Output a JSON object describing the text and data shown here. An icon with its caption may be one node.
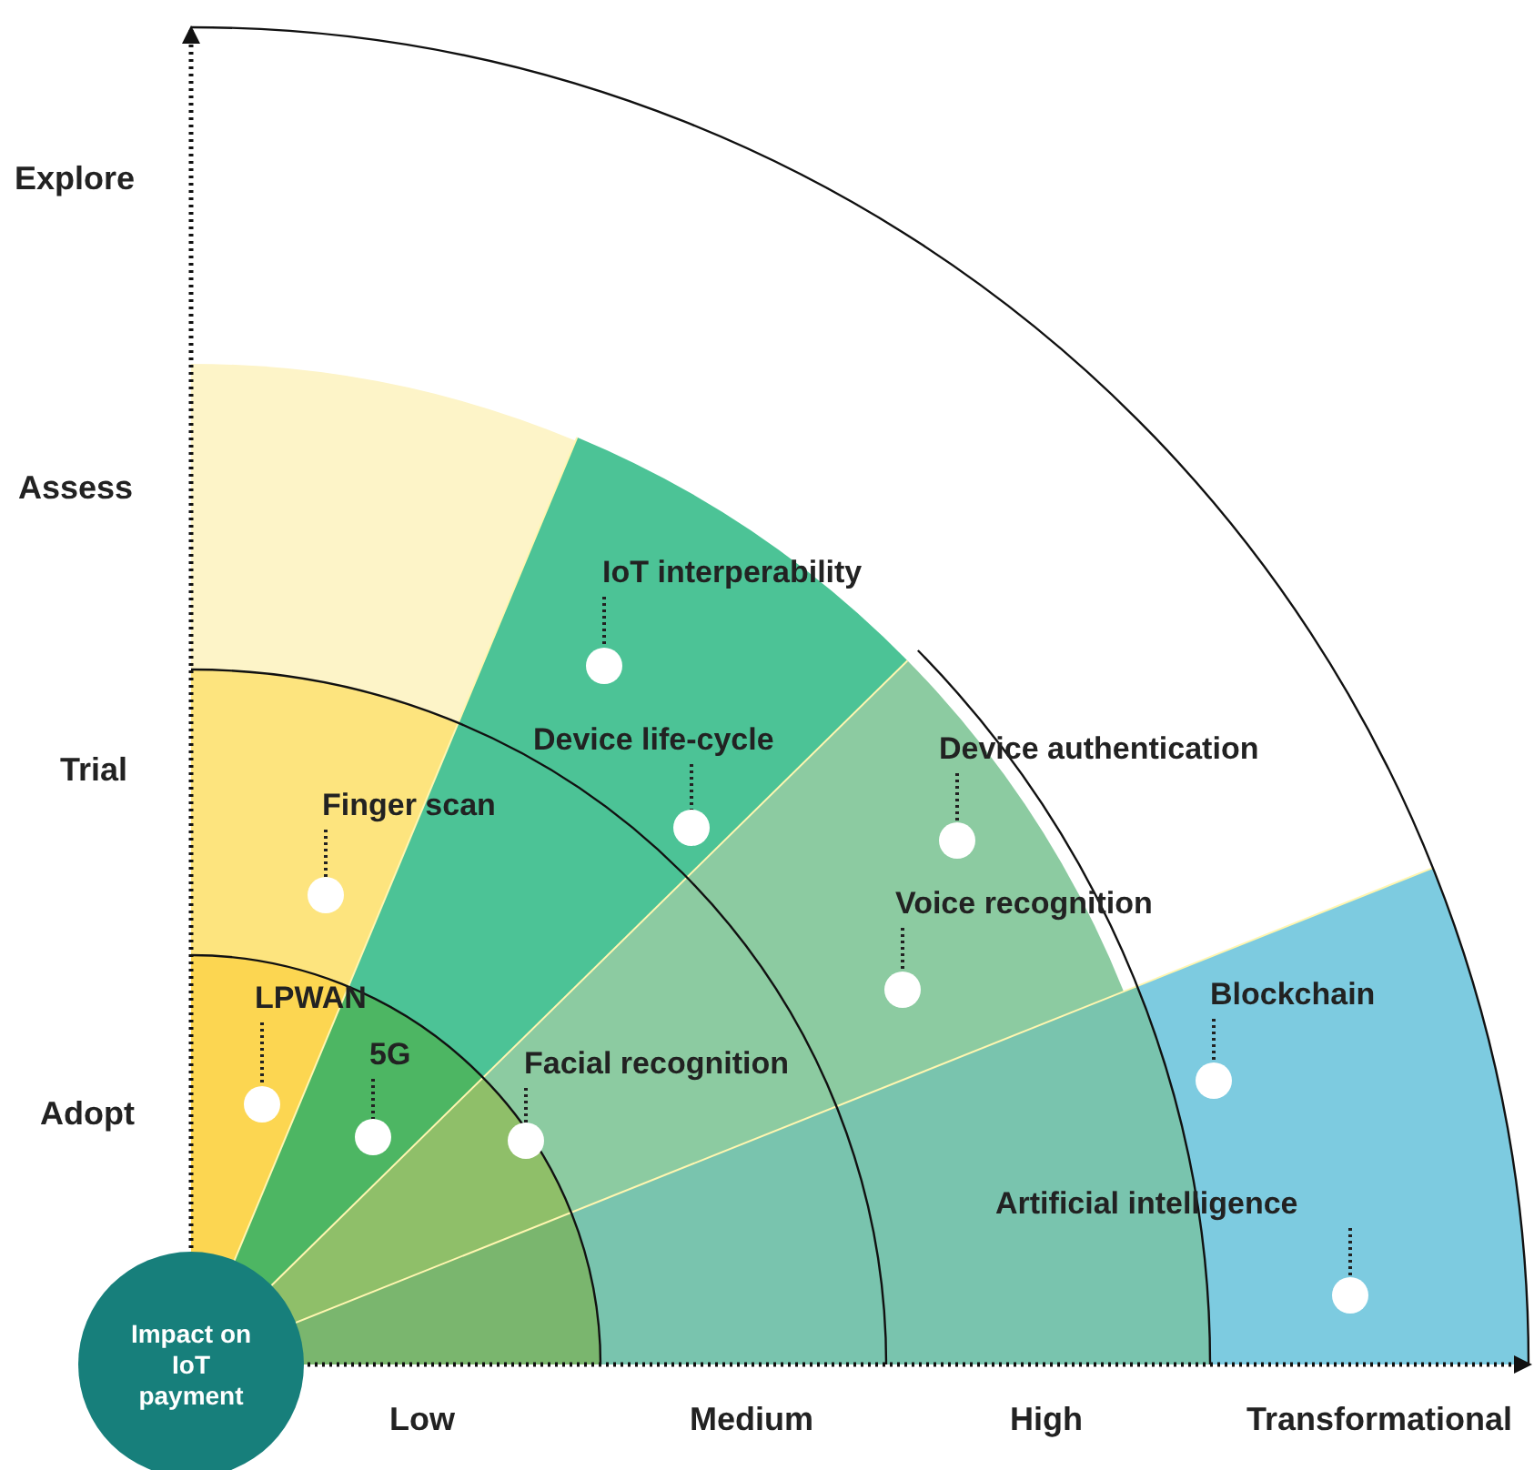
{
  "diagram": {
    "nodes": [
      {
        "text": [
          "IoT interperability"
        ]
      },
      {
        "text": [],
        "shape": "circle"
      },
      {
        "text": [
          "Device life-cycle"
        ]
      },
      {
        "text": [],
        "shape": "circle"
      },
      {
        "text": [
          "Device authentication"
        ]
      },
      {
        "text": [],
        "shape": "circle"
      },
      {
        "text": [
          "Finger scan"
        ]
      },
      {
        "text": [],
        "shape": "circle"
      },
      {
        "text": [
          "Voice recognition"
        ]
      },
      {
        "text": [],
        "shape": "circle"
      },
      {
        "text": [
          "Blockchain"
        ]
      },
      {
        "text": [],
        "shape": "circle"
      },
      {
        "text": [
          "LPWAN"
        ]
      },
      {
        "text": [],
        "shape": "circle"
      },
      {
        "text": [
          "5G"
        ]
      },
      {
        "text": [],
        "shape": "circle"
      },
      {
        "text": [
          "Facial recognition"
        ]
      },
      {
        "text": [],
        "shape": "circle"
      },
      {
        "text": [
          "Artificial intelligence"
        ]
      },
      {
        "text": [],
        "shape": "circle"
      },
      {
        "text": [
          "Impact on IoT payment"
        ]
      }
    ],
    "edges": [
      {
        "from": 0,
        "to": 1,
        "arrow": "none",
        "style": "dashed"
      },
      {
        "from": 2,
        "to": 3,
        "arrow": "none",
        "style": "dashed"
      },
      {
        "from": 4,
        "to": 5,
        "arrow": "none",
        "style": "dashed"
      },
      {
        "from": 6,
        "to": 7,
        "arrow": "none",
        "style": "dashed"
      },
      {
        "from": 8,
        "to": 9,
        "arrow": "none",
        "style": "dashed"
      },
      {
        "from": 10,
        "to": 11,
        "arrow": "none",
        "style": "dashed"
      },
      {
        "from": 12,
        "to": 13,
        "arrow": "none",
        "style": "dashed"
      },
      {
        "from": 14,
        "to": 15,
        "arrow": "none",
        "style": "dashed"
      },
      {
        "from": 16,
        "to": 17,
        "arrow": "none",
        "style": "dashed"
      },
      {
        "from": 18,
        "to": 19,
        "arrow": "none",
        "style": "dashed"
      }
    ],
    "labels": [
      "Explore",
      "Assess",
      "Trial",
      "Adopt",
      "Low",
      "Medium",
      "High",
      "Transformational"
    ]
  }
}
